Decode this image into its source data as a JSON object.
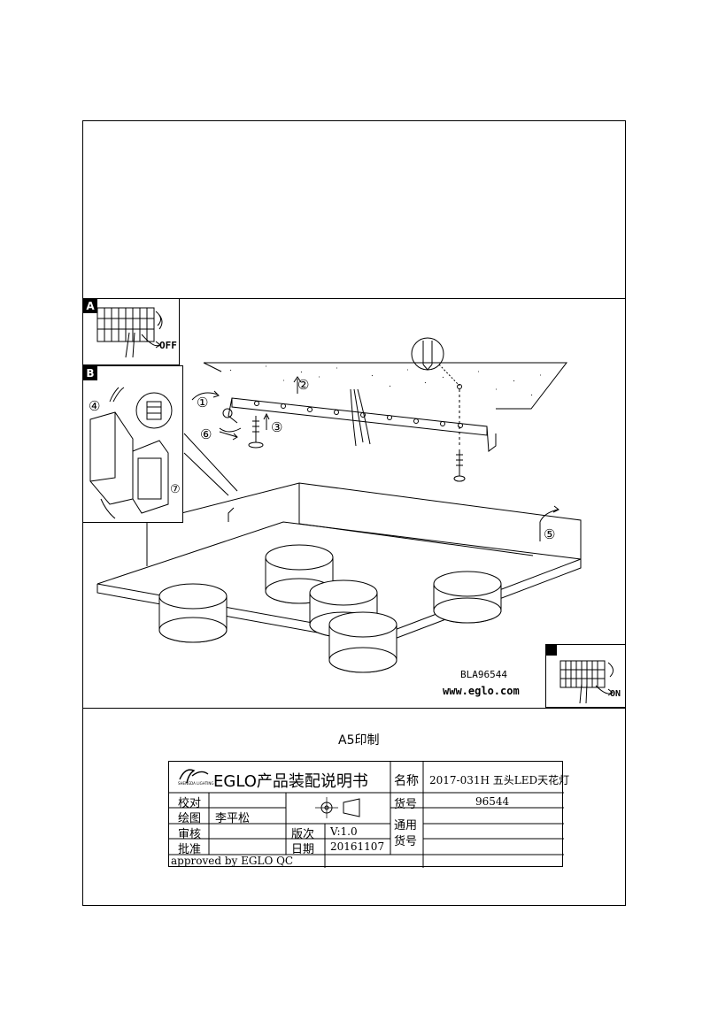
{
  "diagram": {
    "inset_a_tag": "A",
    "inset_a_label": "OFF",
    "inset_b_tag": "B",
    "inset_c_label": "ON",
    "steps": [
      "①",
      "②",
      "③",
      "④",
      "⑤",
      "⑥",
      "⑦"
    ],
    "model_code": "BLA96544",
    "website": "www.eglo.com"
  },
  "print_note": "A5印制",
  "title_block": {
    "brand_sub": "SHENGDA LIGHTING",
    "doc_title": "EGLO产品装配说明书",
    "name_label": "名称",
    "name_value": "2017-031H 五头LED天花灯",
    "proofread_label": "校对",
    "drawing_label": "绘图",
    "drawing_value": "李平松",
    "review_label": "审核",
    "approve_label": "批准",
    "article_label": "货号",
    "article_value": "96544",
    "version_label": "版次",
    "version_value": "V:1.0",
    "date_label": "日期",
    "date_value": "20161107",
    "common_label_1": "通用",
    "common_label_2": "货号",
    "approved_text": "approved by EGLO QC"
  },
  "colors": {
    "ink": "#000000",
    "paper": "#ffffff"
  }
}
